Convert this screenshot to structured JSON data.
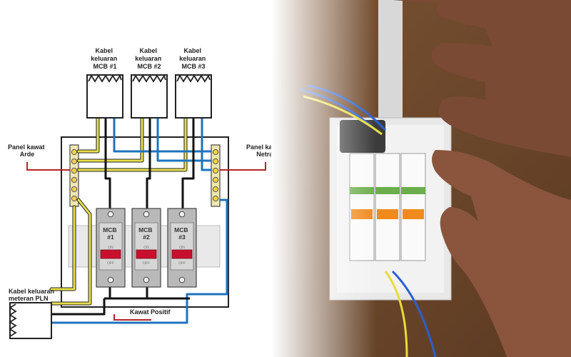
{
  "diagram": {
    "output_cables": [
      {
        "line1": "Kabel",
        "line2": "keluaran",
        "line3": "MCB #1"
      },
      {
        "line1": "Kabel",
        "line2": "keluaran",
        "line3": "MCB #2"
      },
      {
        "line1": "Kabel",
        "line2": "keluaran",
        "line3": "MCB #3"
      }
    ],
    "ground_panel": {
      "line1": "Panel kawat",
      "line2": "Arde"
    },
    "neutral_panel": {
      "line1": "Panel kawat",
      "line2": "Netral"
    },
    "input_cable": {
      "line1": "Kabel keluaran",
      "line2": "meteran PLN"
    },
    "positive_wire": "Kawat Positif",
    "breakers": [
      {
        "line1": "MCB",
        "line2": "#1",
        "on": "ON",
        "off": "OFF"
      },
      {
        "line1": "MCB",
        "line2": "#2",
        "on": "ON",
        "off": "OFF"
      },
      {
        "line1": "MCB",
        "line2": "#3",
        "on": "ON",
        "off": "OFF"
      }
    ],
    "colors": {
      "ground_wire": "#e8e04a",
      "neutral_wire": "#1e73be",
      "live_wire": "#111111",
      "annotation_line": "#b5232b",
      "breaker_handle": "#c8102e"
    }
  },
  "photo": {
    "description_icons": [
      "hand-icon",
      "breaker-icon"
    ]
  }
}
